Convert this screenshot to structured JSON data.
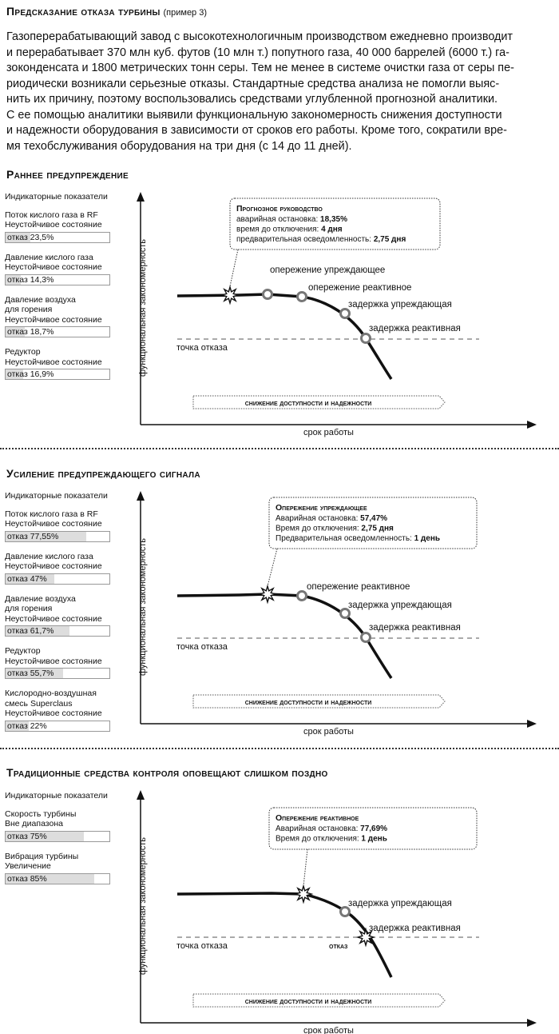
{
  "header": {
    "title": "Предсказание отказа турбины",
    "subtitle": "(пример 3)",
    "intro_lines": [
      "Газоперерабатывающий завод с высокотехнологичным производством ежедневно производит",
      "и перерабатывает 370 млн куб. футов (10 млн т.) попутного газа, 40 000 баррелей (6000 т.) га-",
      "зоконденсата и 1800 метрических тонн серы. Тем не менее в системе очистки газа от серы пе-",
      "риодически возникали серьезные отказы. Стандартные средства анализа не помогли выяс-",
      "нить их причину, поэтому воспользовались средствами углубленной прогнозной аналитики.",
      "С ее помощью аналитики выявили функциональную закономерность снижения доступности",
      "и надежности оборудования в зависимости от сроков его работы. Кроме того, сократили вре-",
      "мя техобслуживания оборудования на три дня (с 14 до 11 дней)."
    ]
  },
  "common": {
    "indicators_header": "Индикаторные показатели",
    "y_axis": "функциональная закономерность",
    "x_axis": "срок работы",
    "failure_point": "точка отказа",
    "decline_arrow": "снижение доступности и надежности"
  },
  "sections": [
    {
      "title": "Раннее предупреждение",
      "indicators": [
        {
          "lines": [
            "Поток кислого газа в RF",
            "Неустойчивое состояние"
          ],
          "label": "отказ 23,5%",
          "value": 23.5
        },
        {
          "lines": [
            "Давление кислого газа",
            "Неустойчивое состояние"
          ],
          "label": "отказ 14,3%",
          "value": 14.3
        },
        {
          "lines": [
            "Давление воздуха",
            "для горения",
            "Неустойчивое состояние"
          ],
          "label": "отказ 18,7%",
          "value": 18.7
        },
        {
          "lines": [
            "Редуктор",
            "Неустойчивое состояние"
          ],
          "label": "отказ 16,9%",
          "value": 16.9
        }
      ],
      "callout": {
        "title": "Прогнозное руководство",
        "rows": [
          {
            "label": "аварийная остановка: ",
            "value": "18,35%"
          },
          {
            "label": "время до отключения: ",
            "value": "4 дня"
          },
          {
            "label": "предварительная осведомленность: ",
            "value": "2,75 дня"
          }
        ]
      },
      "points": [
        "опережение упреждающее",
        "опережение реактивное",
        "задержка упреждающая",
        "задержка реактивная"
      ]
    },
    {
      "title": "Усиление предупреждающего сигнала",
      "indicators": [
        {
          "lines": [
            "Поток кислого газа в RF",
            "Неустойчивое состояние"
          ],
          "label": "отказ 77,55%",
          "value": 77.55
        },
        {
          "lines": [
            "Давление кислого газа",
            "Неустойчивое состояние"
          ],
          "label": "отказ 47%",
          "value": 47
        },
        {
          "lines": [
            "Давление воздуха",
            "для горения",
            "Неустойчивое состояние"
          ],
          "label": "отказ 61,7%",
          "value": 61.7
        },
        {
          "lines": [
            "Редуктор",
            "Неустойчивое состояние"
          ],
          "label": "отказ 55,7%",
          "value": 55.7
        },
        {
          "lines": [
            "Кислородно-воздушная",
            "смесь Superclaus",
            "Неустойчивое состояние"
          ],
          "label": "отказ 22%",
          "value": 22
        }
      ],
      "callout": {
        "title": "Опережение упреждающее",
        "rows": [
          {
            "label": "Аварийная остановка: ",
            "value": "57,47%"
          },
          {
            "label": "Время до отключения: ",
            "value": "2,75 дня"
          },
          {
            "label": "Предварительная осведомленность: ",
            "value": "1 день"
          }
        ]
      },
      "points": [
        "опережение реактивное",
        "задержка упреждающая",
        "задержка реактивная"
      ]
    },
    {
      "title": "Традиционные средства контроля оповещают слишком поздно",
      "indicators": [
        {
          "lines": [
            "Скорость турбины",
            "Вне диапазона"
          ],
          "label": "отказ 75%",
          "value": 75
        },
        {
          "lines": [
            "Вибрация турбины",
            "Увеличение"
          ],
          "label": "отказ 85%",
          "value": 85
        }
      ],
      "callout": {
        "title": "Опережение реактивное",
        "rows": [
          {
            "label": "Аварийная остановка: ",
            "value": "77,69%"
          },
          {
            "label": "Время до отключения: ",
            "value": "1 день"
          }
        ]
      },
      "points": [
        "задержка упреждающая",
        "задержка реактивная"
      ],
      "failure_marker": "отказ"
    }
  ]
}
